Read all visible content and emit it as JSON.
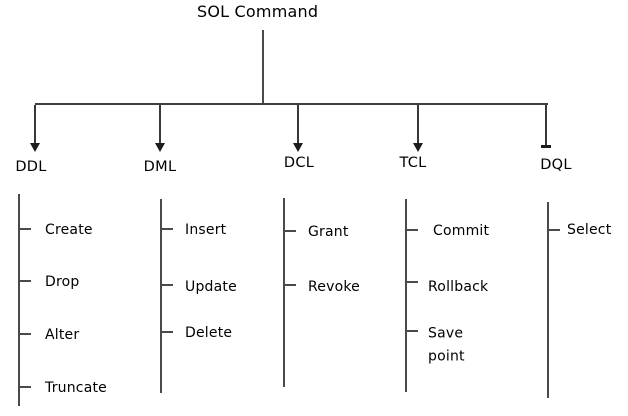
{
  "diagram": {
    "title": "SOL Command",
    "branches": [
      {
        "label": "DDL",
        "items": [
          "Create",
          "Drop",
          "Alter",
          "Truncate"
        ]
      },
      {
        "label": "DML",
        "items": [
          "Insert",
          "Update",
          "Delete"
        ]
      },
      {
        "label": "DCL",
        "items": [
          "Grant",
          "Revoke"
        ]
      },
      {
        "label": "TCL",
        "items": [
          "Commit",
          "Rollback",
          "Save point"
        ]
      },
      {
        "label": "DQL",
        "items": [
          "Select"
        ]
      }
    ]
  },
  "colors": {
    "background": "#ffffff",
    "line": "#4a4a4a",
    "arrow": "#1c1c1c",
    "text": "#000000"
  }
}
